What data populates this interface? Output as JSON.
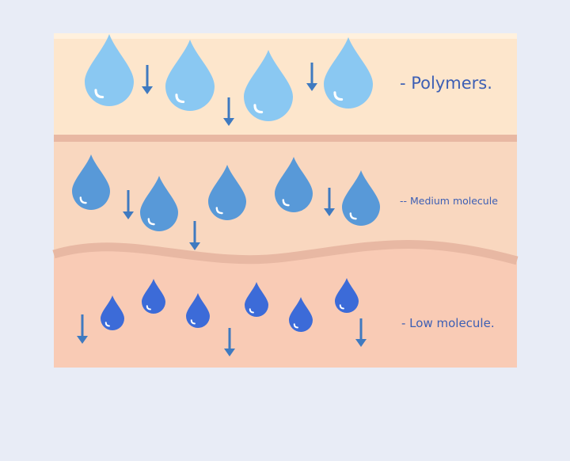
{
  "layers": [
    {
      "id": "polymers",
      "label": "- Polymers.",
      "fill": "#fde6cc",
      "drop_color": "#8ac8f2"
    },
    {
      "id": "medium",
      "label": "-- Medium molecule",
      "fill": "#f9d7bf",
      "drop_color": "#5899d8"
    },
    {
      "id": "low",
      "label": "- Low molecule.",
      "fill": "#f9cbb5",
      "drop_color": "#3c6bd8"
    }
  ],
  "colors": {
    "background": "#e8ecf6",
    "top_highlight": "#fff1de",
    "divider": "#e8b8a3",
    "arrow": "#3f7ac0",
    "drop_highlight": "#ffffff"
  }
}
